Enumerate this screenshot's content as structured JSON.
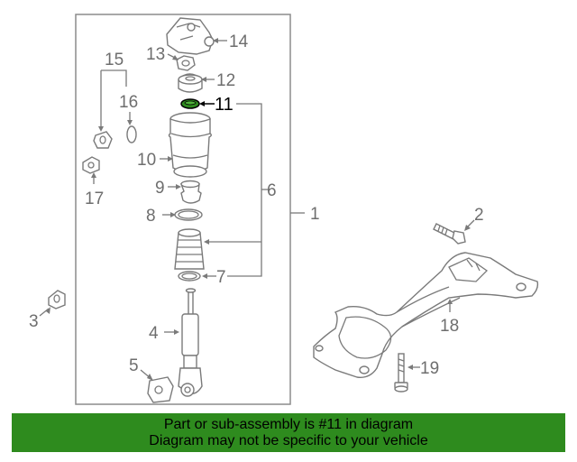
{
  "callouts": {
    "c1": "1",
    "c2": "2",
    "c3": "3",
    "c4": "4",
    "c5": "5",
    "c6": "6",
    "c7": "7",
    "c8": "8",
    "c9": "9",
    "c10": "10",
    "c11": "11",
    "c12": "12",
    "c13": "13",
    "c14": "14",
    "c15": "15",
    "c16": "16",
    "c17": "17",
    "c18": "18",
    "c19": "19"
  },
  "highlight": {
    "part_number": "11",
    "color": "#2e8b1e"
  },
  "banner": {
    "line1": "Part or sub-assembly is #11 in diagram",
    "line2": "Diagram may not be specific to your vehicle"
  },
  "colors": {
    "banner_bg": "#2e8b1e",
    "line_art": "#7a7a7a",
    "frame": "#8c8c8c"
  }
}
